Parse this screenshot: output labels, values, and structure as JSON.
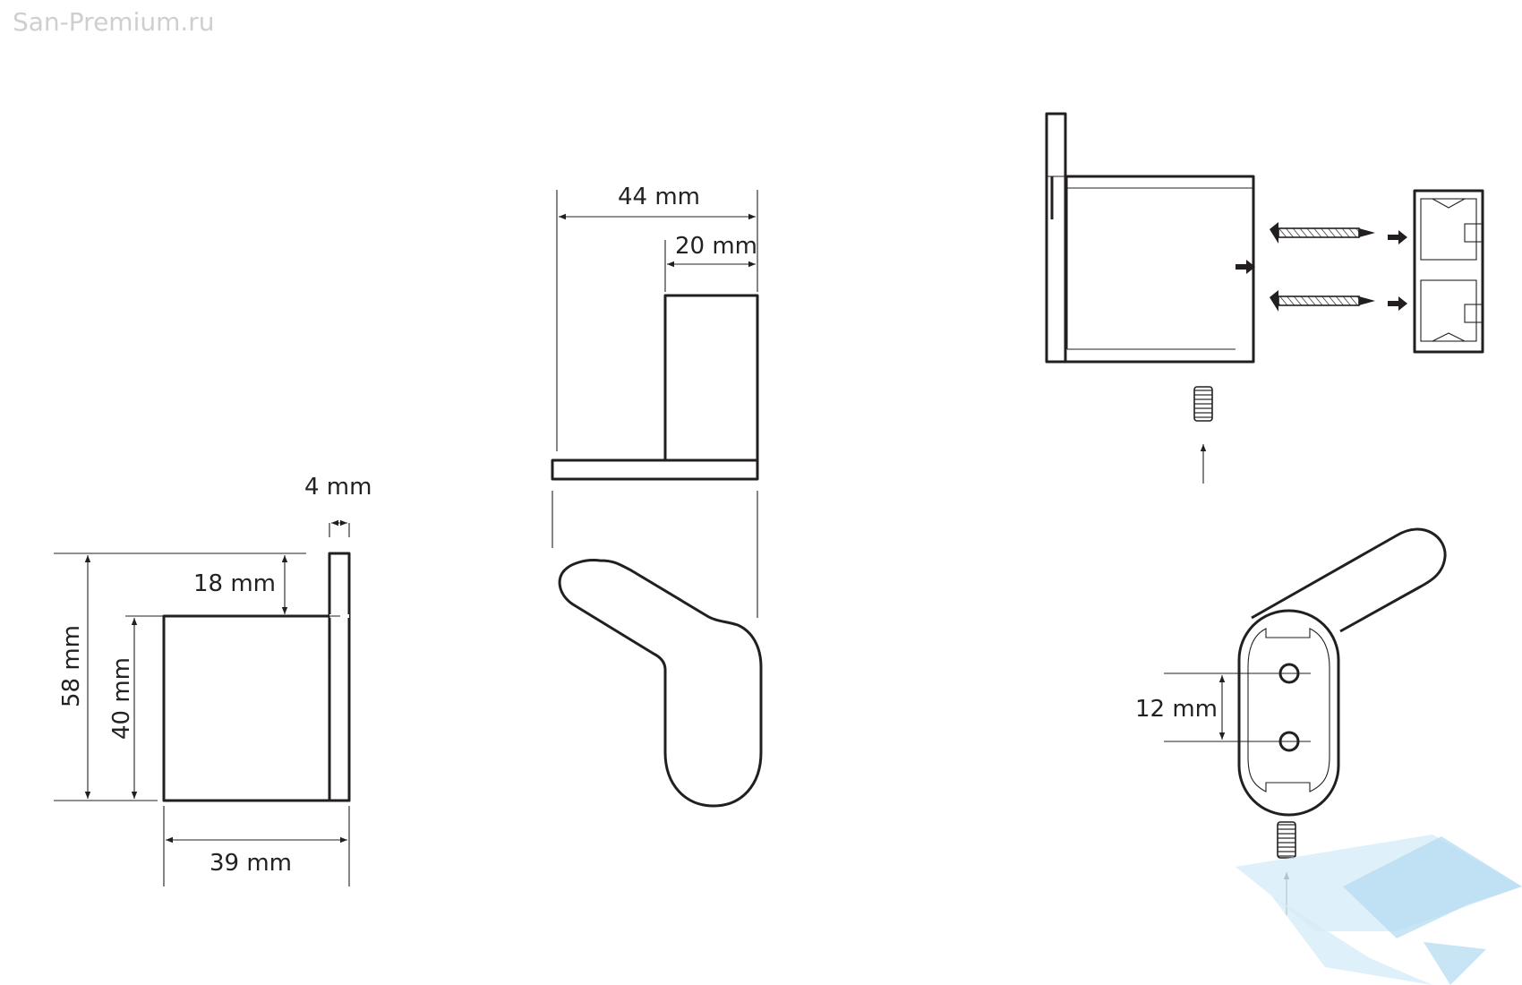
{
  "watermark": {
    "text": "San-Premium.ru"
  },
  "dimensions": {
    "thickness": "4 mm",
    "plate_offset": "18 mm",
    "total_height": "58 mm",
    "body_height": "40 mm",
    "body_width": "39 mm",
    "total_depth": "44 mm",
    "hook_depth": "20 mm",
    "hole_spacing": "12 mm"
  },
  "colors": {
    "line": "#231f20",
    "watermark_logo": "#b5dcf2"
  },
  "icons": [
    "screw-icon",
    "set-screw-icon",
    "wall-plug-icon",
    "watermark-logo-icon"
  ]
}
